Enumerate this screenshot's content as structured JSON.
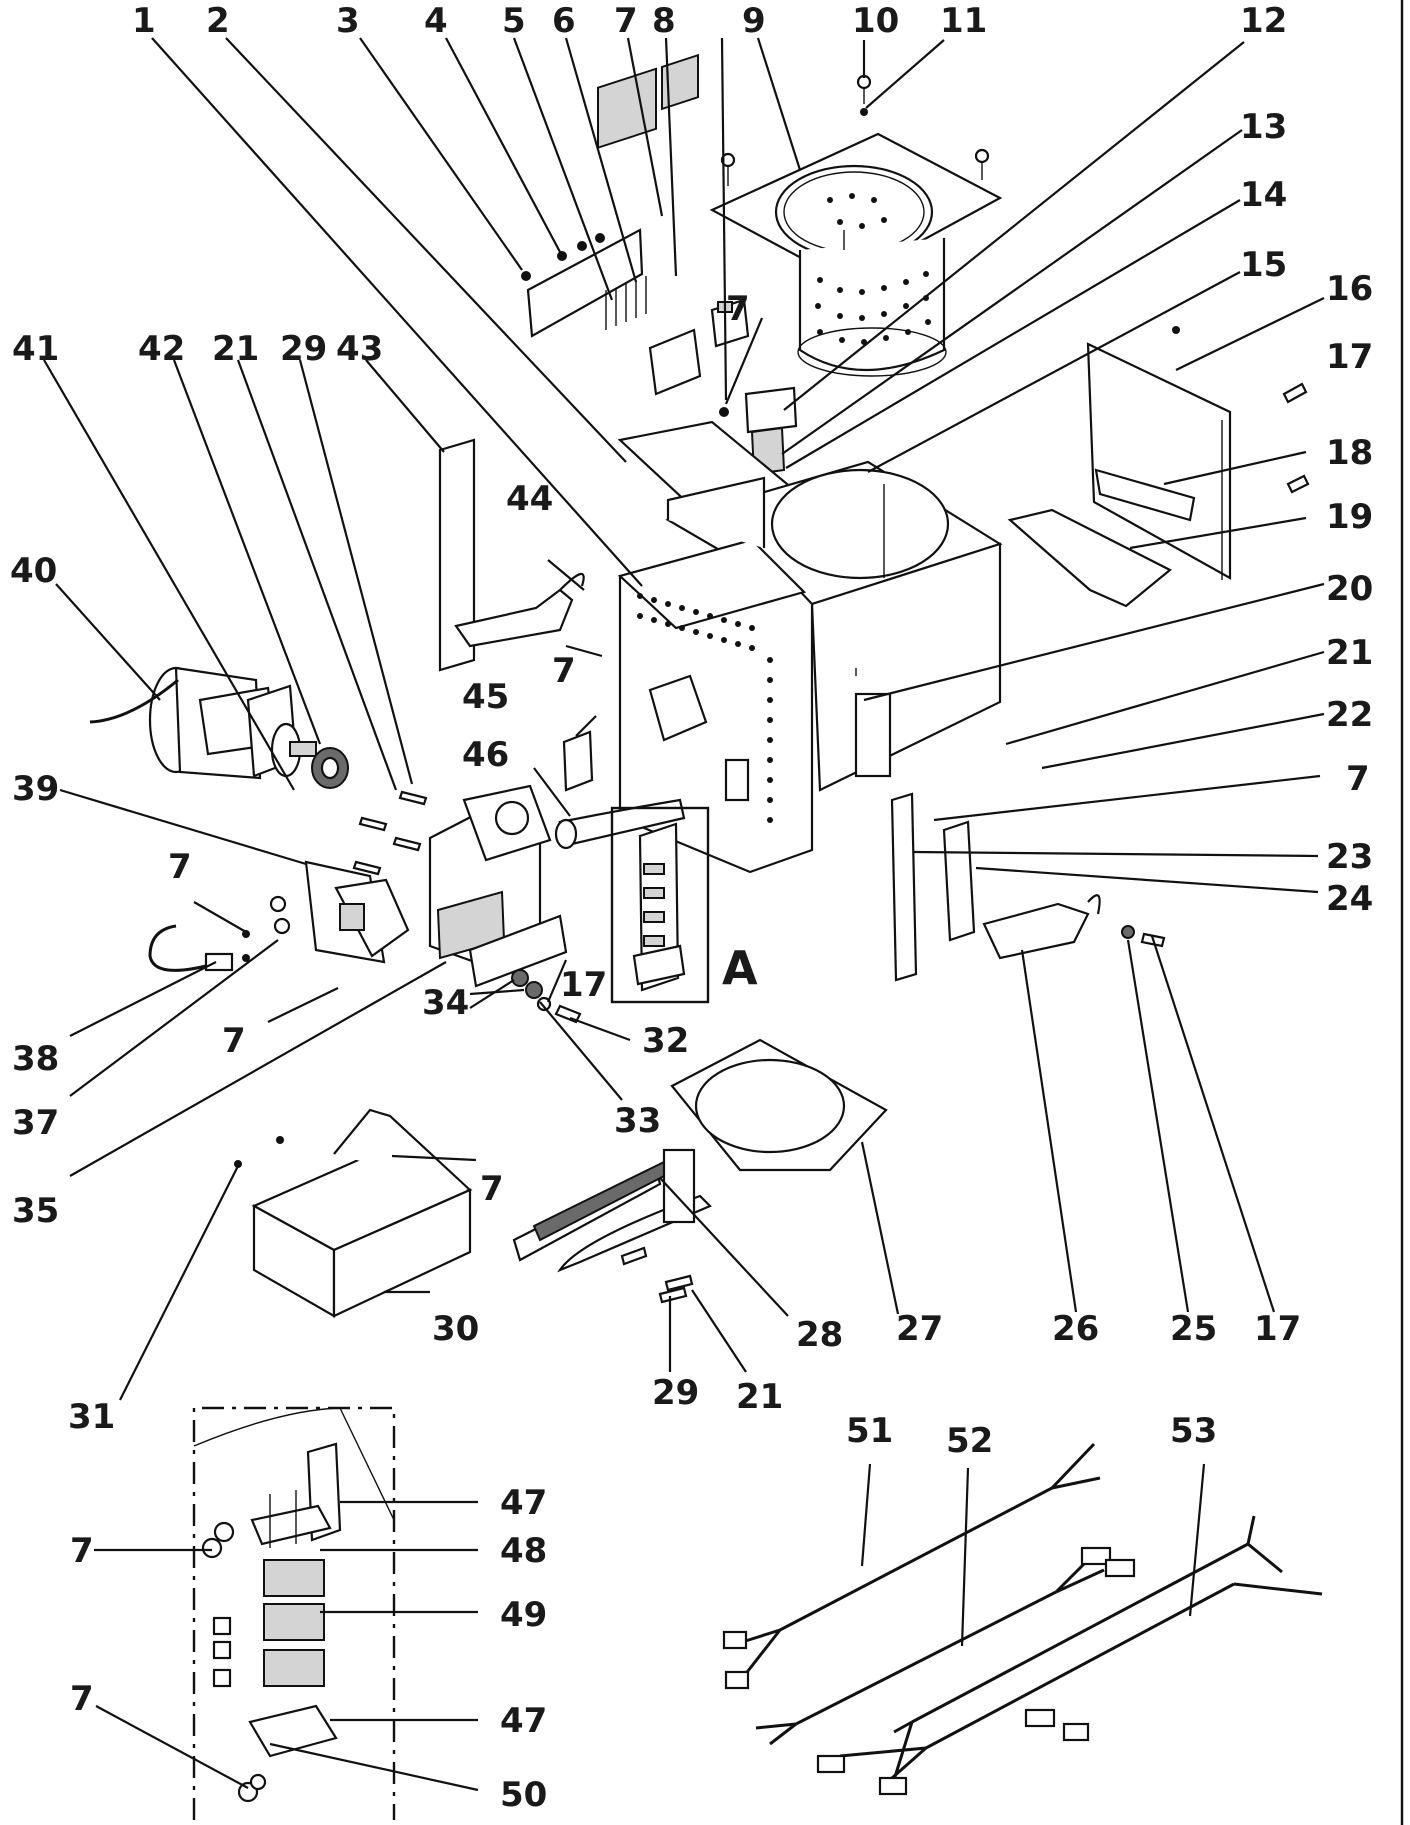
{
  "callouts": {
    "c1": "1",
    "c2": "2",
    "c3": "3",
    "c4": "4",
    "c5": "5",
    "c6": "6",
    "c7": "7",
    "c8": "8",
    "c9": "9",
    "c10": "10",
    "c11": "11",
    "c12": "12",
    "c13": "13",
    "c14": "14",
    "c15": "15",
    "c16": "16",
    "c17": "17",
    "c18": "18",
    "c19": "19",
    "c20": "20",
    "c21": "21",
    "c22": "22",
    "c23": "23",
    "c24": "24",
    "c25": "25",
    "c26": "26",
    "c27": "27",
    "c28": "28",
    "c29": "29",
    "c30": "30",
    "c31": "31",
    "c32": "32",
    "c33": "33",
    "c34": "34",
    "c35": "35",
    "c37": "37",
    "c38": "38",
    "c39": "39",
    "c40": "40",
    "c41": "41",
    "c42": "42",
    "c43": "43",
    "c44": "44",
    "c45": "45",
    "c46": "46",
    "c47": "47",
    "c48": "48",
    "c49": "49",
    "c50": "50",
    "c51": "51",
    "c52": "52",
    "c53": "53"
  },
  "detail_label": "A",
  "colors": {
    "line": "#111111",
    "background": "#ffffff",
    "shade": "#d4d4d4"
  }
}
